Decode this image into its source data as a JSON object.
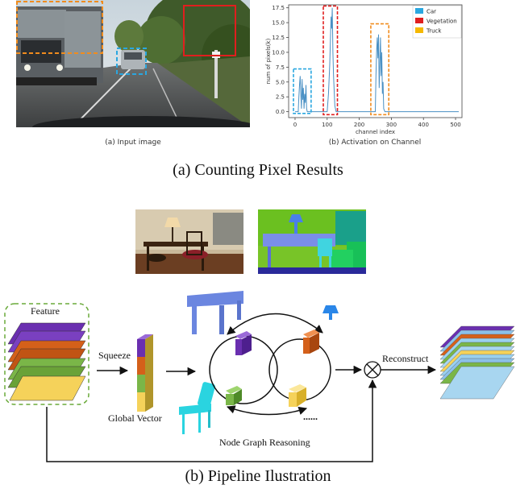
{
  "part_a": {
    "left_caption": "(a) Input image",
    "right_caption": "(b) Activation on Channel",
    "title": "(a) Counting Pixel Results",
    "chart_data": {
      "type": "line",
      "xlabel": "channel index",
      "ylabel": "num of pixels(k)",
      "xlim": [
        -20,
        520
      ],
      "ylim": [
        -1,
        18
      ],
      "x_ticks": [
        "0",
        "100",
        "200",
        "300",
        "400",
        "500"
      ],
      "y_ticks": [
        "0.0",
        "2.5",
        "5.0",
        "7.5",
        "10.0",
        "12.5",
        "15.0",
        "17.5"
      ],
      "legend": [
        "Car",
        "Vegetation",
        "Truck"
      ],
      "legend_colors": [
        "#2aa7e0",
        "#e01e1e",
        "#f5b800"
      ],
      "legend_position": "top-right",
      "line_color": "#4a90c4",
      "series": [
        {
          "x": [
            0,
            10,
            12,
            14,
            16,
            18,
            20,
            22,
            24,
            26,
            28,
            30,
            32,
            34,
            36,
            38,
            40,
            42,
            60,
            80,
            90,
            96,
            100,
            104,
            108,
            110,
            112,
            114,
            116,
            118,
            120,
            124,
            128,
            200,
            240,
            250,
            252,
            254,
            256,
            258,
            260,
            262,
            264,
            266,
            268,
            270,
            272,
            274,
            276,
            280,
            300,
            400,
            510
          ],
          "values": [
            0,
            0,
            2.5,
            4.5,
            6.0,
            3.0,
            0.5,
            5.5,
            2.0,
            4.0,
            0.5,
            3.0,
            1.5,
            4.5,
            0.5,
            0,
            0,
            0,
            0,
            0,
            0,
            0,
            0,
            3.0,
            8.0,
            12.0,
            16.0,
            14.0,
            17.5,
            10.0,
            6.0,
            1.0,
            0,
            0,
            0,
            0,
            6.0,
            10.0,
            12.5,
            9.0,
            13.0,
            4.0,
            8.0,
            12.5,
            6.0,
            10.0,
            3.0,
            5.0,
            0.5,
            0,
            0,
            0,
            0
          ]
        }
      ]
    }
  },
  "part_b": {
    "feature_label": "Feature",
    "squeeze_label": "Squeeze",
    "global_vector_label": "Global Vector",
    "graph_label": "Node Graph Reasoning",
    "reconstruct_label": "Reconstruct",
    "ellipsis": "......",
    "title": "(b) Pipeline Ilustration"
  },
  "colors": {
    "car": "#2aa7e0",
    "vegetation": "#e01e1e",
    "truck": "#f08c1e",
    "purple": "#6a2fb0",
    "orange": "#d4601a",
    "green": "#7ab648",
    "yellow": "#f5d25a",
    "blue_table": "#6b86e0",
    "cyan_chair": "#2ad4e0"
  }
}
